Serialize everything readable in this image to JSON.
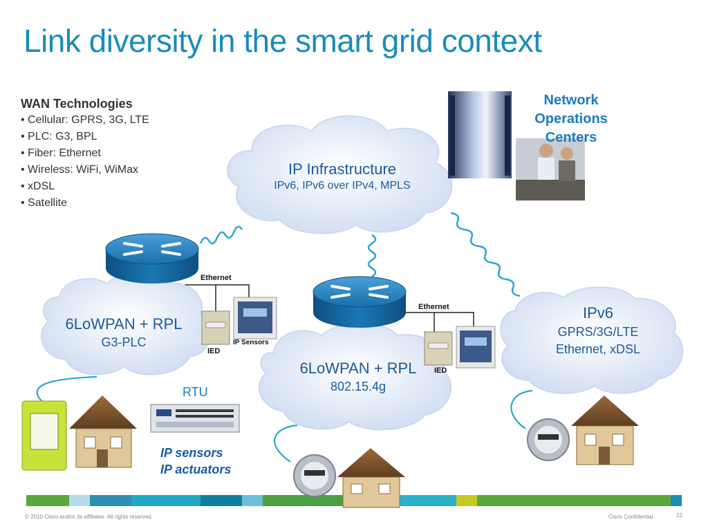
{
  "title": "Link diversity in the smart grid context",
  "wan": {
    "heading": "WAN Technologies",
    "items": [
      "• Cellular: GPRS, 3G, LTE",
      "• PLC: G3, BPL",
      "• Fiber: Ethernet",
      "• Wireless: WiFi, WiMax",
      "• xDSL",
      "• Satellite"
    ]
  },
  "noc": {
    "line1": "Network",
    "line2": "Operations",
    "line3": "Centers"
  },
  "clouds": {
    "ip": {
      "title": "IP Infrastructure",
      "sub": "IPv6, IPv6 over IPv4, MPLS"
    },
    "left": {
      "title": "6LoWPAN + RPL",
      "sub": "G3-PLC"
    },
    "mid": {
      "title": "6LoWPAN + RPL",
      "sub": "802.15.4g"
    },
    "right": {
      "title": "IPv6",
      "sub1": "GPRS/3G/LTE",
      "sub2": "Ethernet, xDSL"
    }
  },
  "labels": {
    "ethernet_left": "Ethernet",
    "ethernet_mid": "Ethernet",
    "ied_left": "IED",
    "ied_mid": "IED",
    "ip_sensors": "IP Sensors",
    "rtu": "RTU",
    "ip_sensors_italic": "IP sensors",
    "ip_actuators": "IP actuators"
  },
  "footer": {
    "copyright": "© 2010 Cisco and/or its affiliates. All rights reserved.",
    "confidential": "Cisco Confidential",
    "page": "22"
  },
  "colors": {
    "title": "#1a8cb8",
    "accent_blue": "#1a7bbf",
    "cloud_fill": "#e4ecf8",
    "router": "#1a6fa8",
    "wave": "#2aa7c9"
  }
}
